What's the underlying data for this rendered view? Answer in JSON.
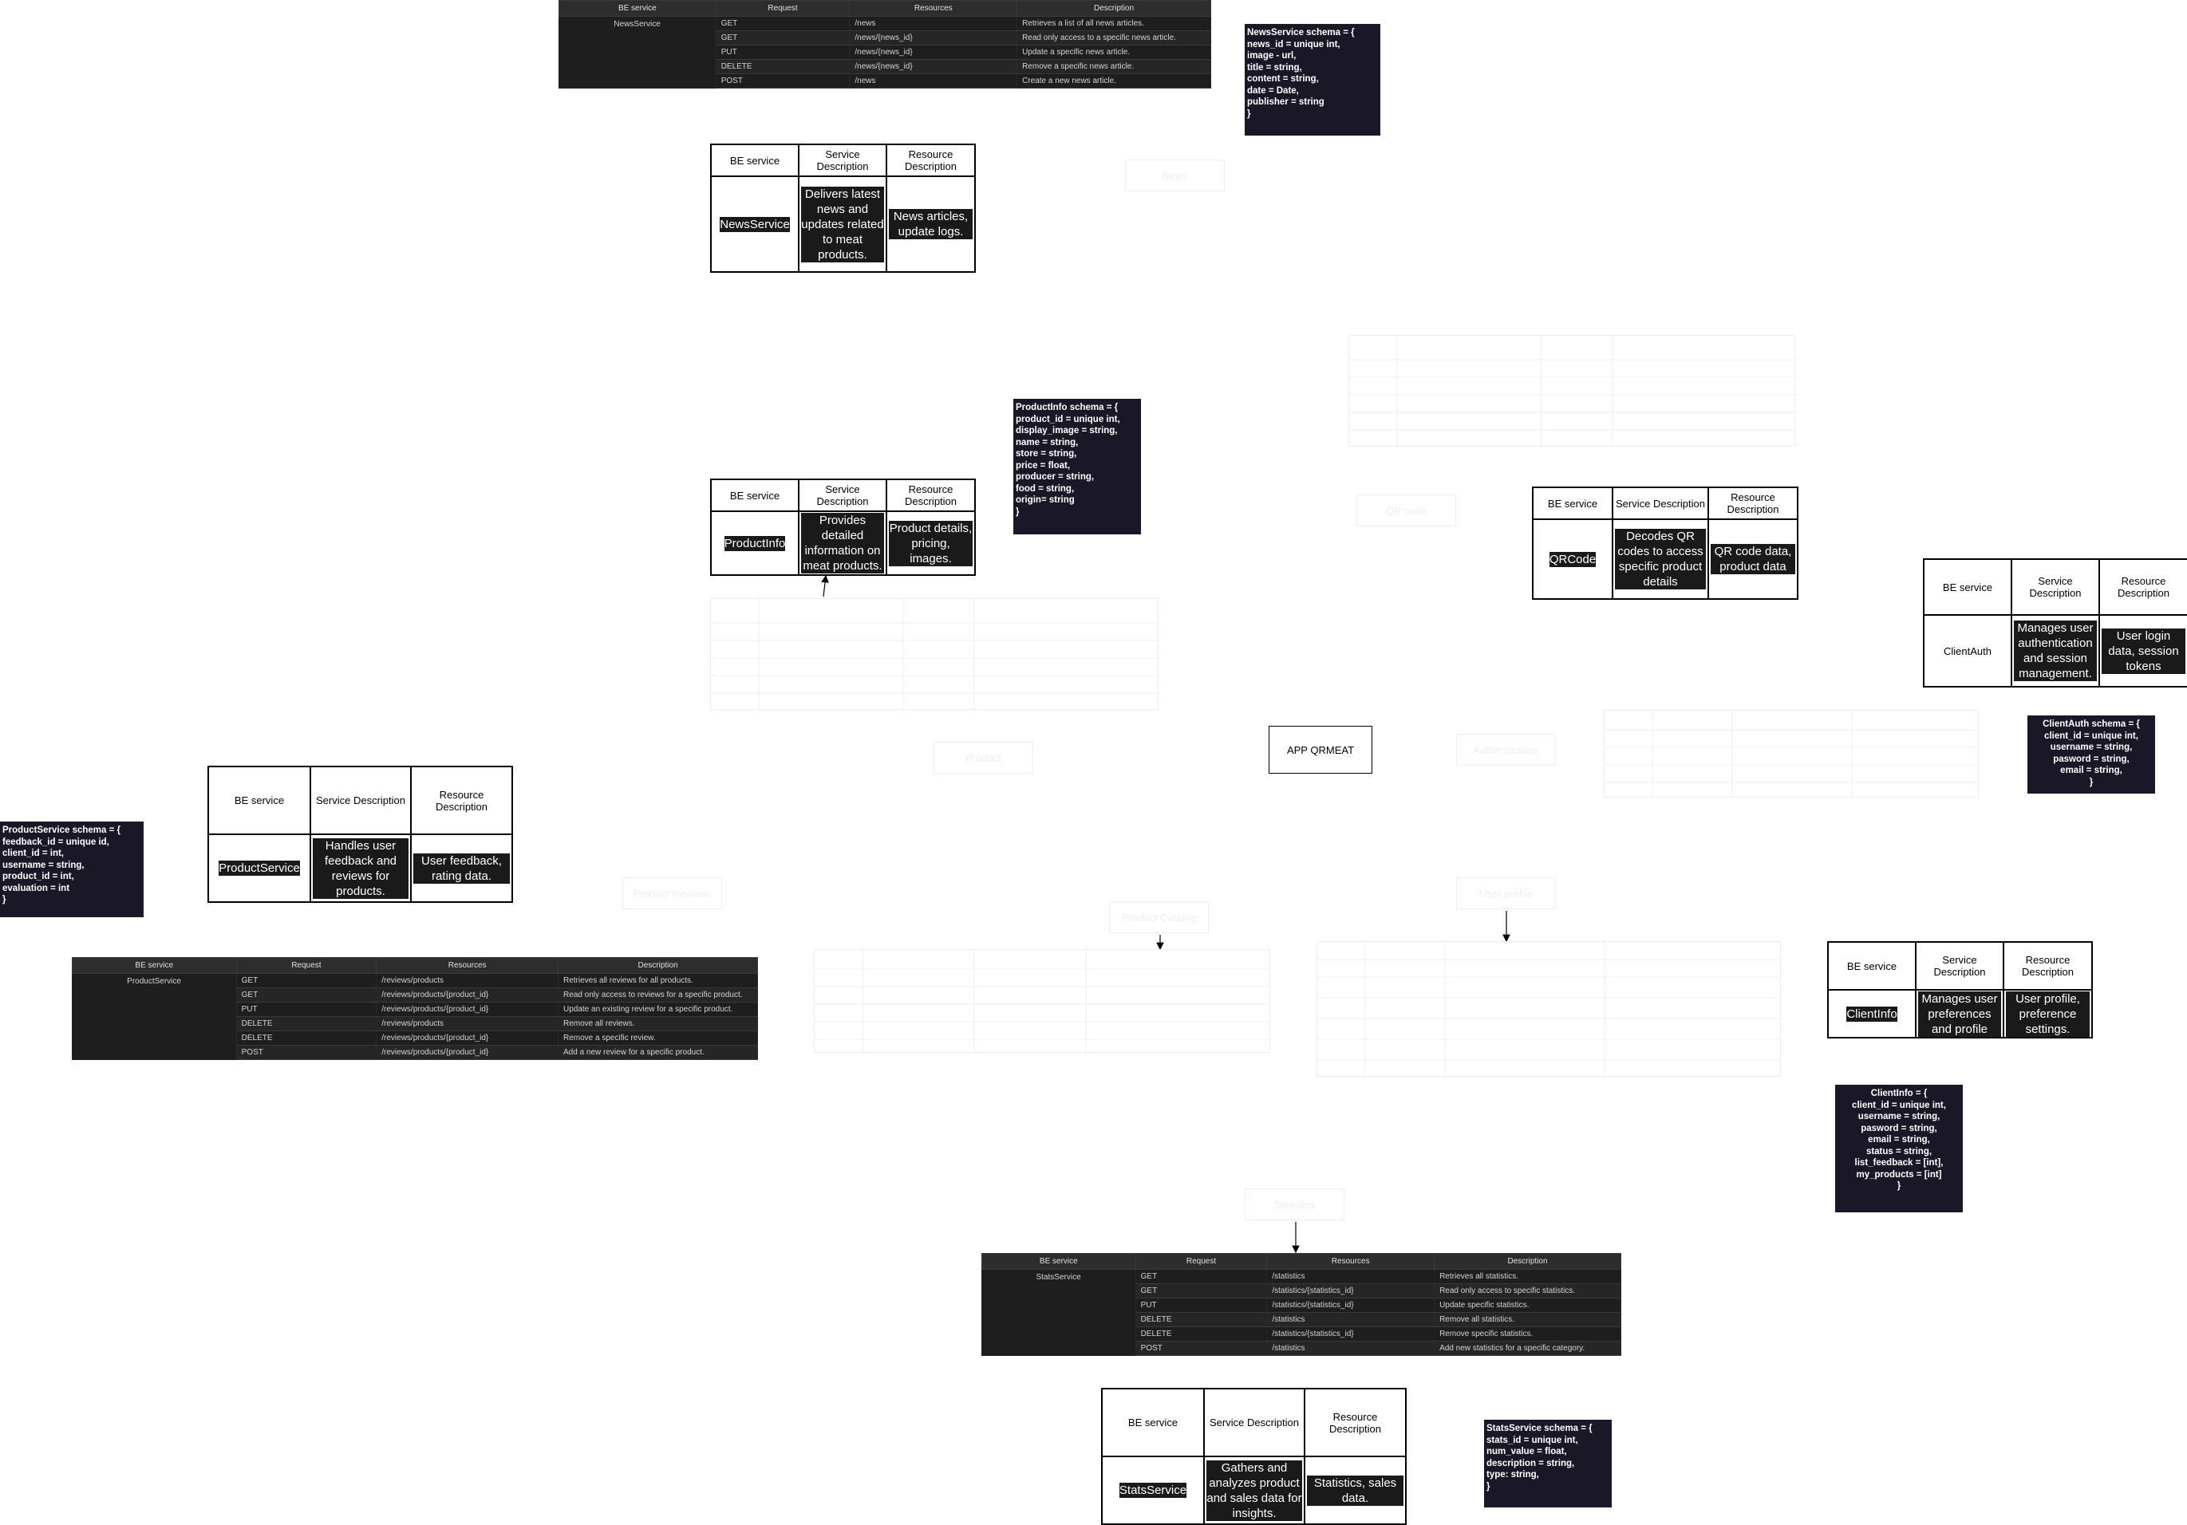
{
  "news_api": {
    "headers": [
      "BE service",
      "Request",
      "Resources",
      "Description"
    ],
    "service": "NewsService",
    "rows": [
      [
        "GET",
        "/news",
        "Retrieves a list of all news articles."
      ],
      [
        "GET",
        "/news/{news_id}",
        "Read only access to a specific news article."
      ],
      [
        "PUT",
        "/news/{news_id}",
        "Update a specific news article."
      ],
      [
        "DELETE",
        "/news/{news_id}",
        "Remove a specific news article."
      ],
      [
        "POST",
        "/news",
        "Create a new news article."
      ]
    ]
  },
  "product_api": {
    "headers": [
      "BE service",
      "Request",
      "Resources",
      "Description"
    ],
    "service": "ProductService",
    "rows": [
      [
        "GET",
        "/reviews/products",
        "Retrieves all reviews for all products."
      ],
      [
        "GET",
        "/reviews/products/{product_id}",
        "Read only access to reviews for a specific product."
      ],
      [
        "PUT",
        "/reviews/products/{product_id}",
        "Update an existing review for a specific product."
      ],
      [
        "DELETE",
        "/reviews/products",
        "Remove all reviews."
      ],
      [
        "DELETE",
        "/reviews/products/{product_id}",
        "Remove a specific review."
      ],
      [
        "POST",
        "/reviews/products/{product_id}",
        "Add a new review for a specific product."
      ]
    ]
  },
  "stats_api": {
    "headers": [
      "BE service",
      "Request",
      "Resources",
      "Description"
    ],
    "service": "StatsService",
    "rows": [
      [
        "GET",
        "/statistics",
        "Retrieves all statistics."
      ],
      [
        "GET",
        "/statistics/{statistics_id}",
        "Read only access to specific statistics."
      ],
      [
        "PUT",
        "/statistics/{statistics_id}",
        "Update specific statistics."
      ],
      [
        "DELETE",
        "/statistics",
        "Remove all statistics."
      ],
      [
        "DELETE",
        "/statistics/{statistics_id}",
        "Remove specific statistics."
      ],
      [
        "POST",
        "/statistics",
        "Add new statistics for a specific category."
      ]
    ]
  },
  "service_tables": {
    "headers": [
      "BE service",
      "Service Description",
      "Resource Description"
    ],
    "news": [
      "NewsService",
      "Delivers latest news and updates related to meat products.",
      "News articles, update logs."
    ],
    "productinfo": [
      "ProductInfo",
      "Provides detailed information on meat products.",
      "Product details, pricing, images."
    ],
    "qrcode": [
      "QRCode",
      "Decodes QR codes to access specific product details",
      "QR code data, product data"
    ],
    "clientauth": [
      "ClientAuth",
      "Manages user authentication and session management.",
      "User login data, session tokens"
    ],
    "productservice": [
      "ProductService",
      "Handles user feedback and reviews for products.",
      "User feedback, rating data."
    ],
    "clientinfo": [
      "ClientInfo",
      "Manages user preferences and profile",
      "User profile, preference settings."
    ],
    "stats": [
      "StatsService",
      "Gathers and analyzes product and sales data for insights.",
      "Statistics, sales data."
    ]
  },
  "schemas": {
    "news": "NewsService schema = {\nnews_id = unique int,\nimage - url,\ntitle = string,\ncontent = string,\ndate = Date,\npublisher = string\n}",
    "productinfo": "ProductInfo schema = {\nproduct_id = unique int,\ndisplay_image = string,\nname = string,\nstore = string,\nprice = float,\nproducer = string,\nfood = string,\norigin= string\n}",
    "clientauth": "ClientAuth schema = {\nclient_id = unique int,\nusername = string,\npasword = string,\nemail = string,\n}",
    "productservice": "ProductService schema = {\nfeedback_id = unique id,\nclient_id = int,\nusername = string,\nproduct_id = int,\nevaluation = int\n}",
    "clientinfo": "ClientInfo = {\nclient_id = unique int,\nusername = string,\npasword = string,\nemail = string,\nstatus = string,\nlist_feedback = [int],\nmy_products = [int]\n}",
    "stats": "StatsService schema = {\nstats_id = unique int,\nnum_value = float,\ndescription = string,\ntype: string,\n}"
  },
  "nodes": {
    "app": "APP QRMEAT",
    "news": "News",
    "qr_code": "QR code",
    "product": "Product",
    "authentication": "Authentication",
    "product_reviews": "Product Reviews",
    "product_catalog": "Product Catalog",
    "user_profile": "User profile",
    "statistics": "Statistics"
  }
}
